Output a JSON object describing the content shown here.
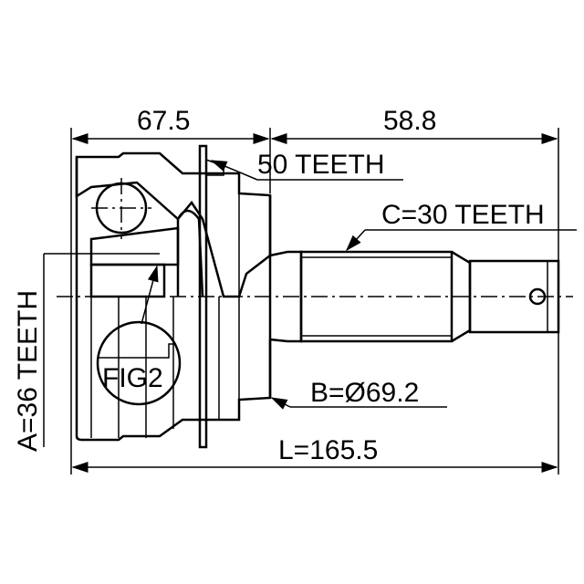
{
  "dimensions": {
    "bell_length": "67.5",
    "shaft_length": "58.8",
    "total_length": "L=165.5",
    "abs_ring": "50 TEETH",
    "outer_spline": "C=30 TEETH",
    "outer_diameter": "B=Ø69.2",
    "inner_spline": "A=36 TEETH",
    "detail_label": "FIG2"
  }
}
